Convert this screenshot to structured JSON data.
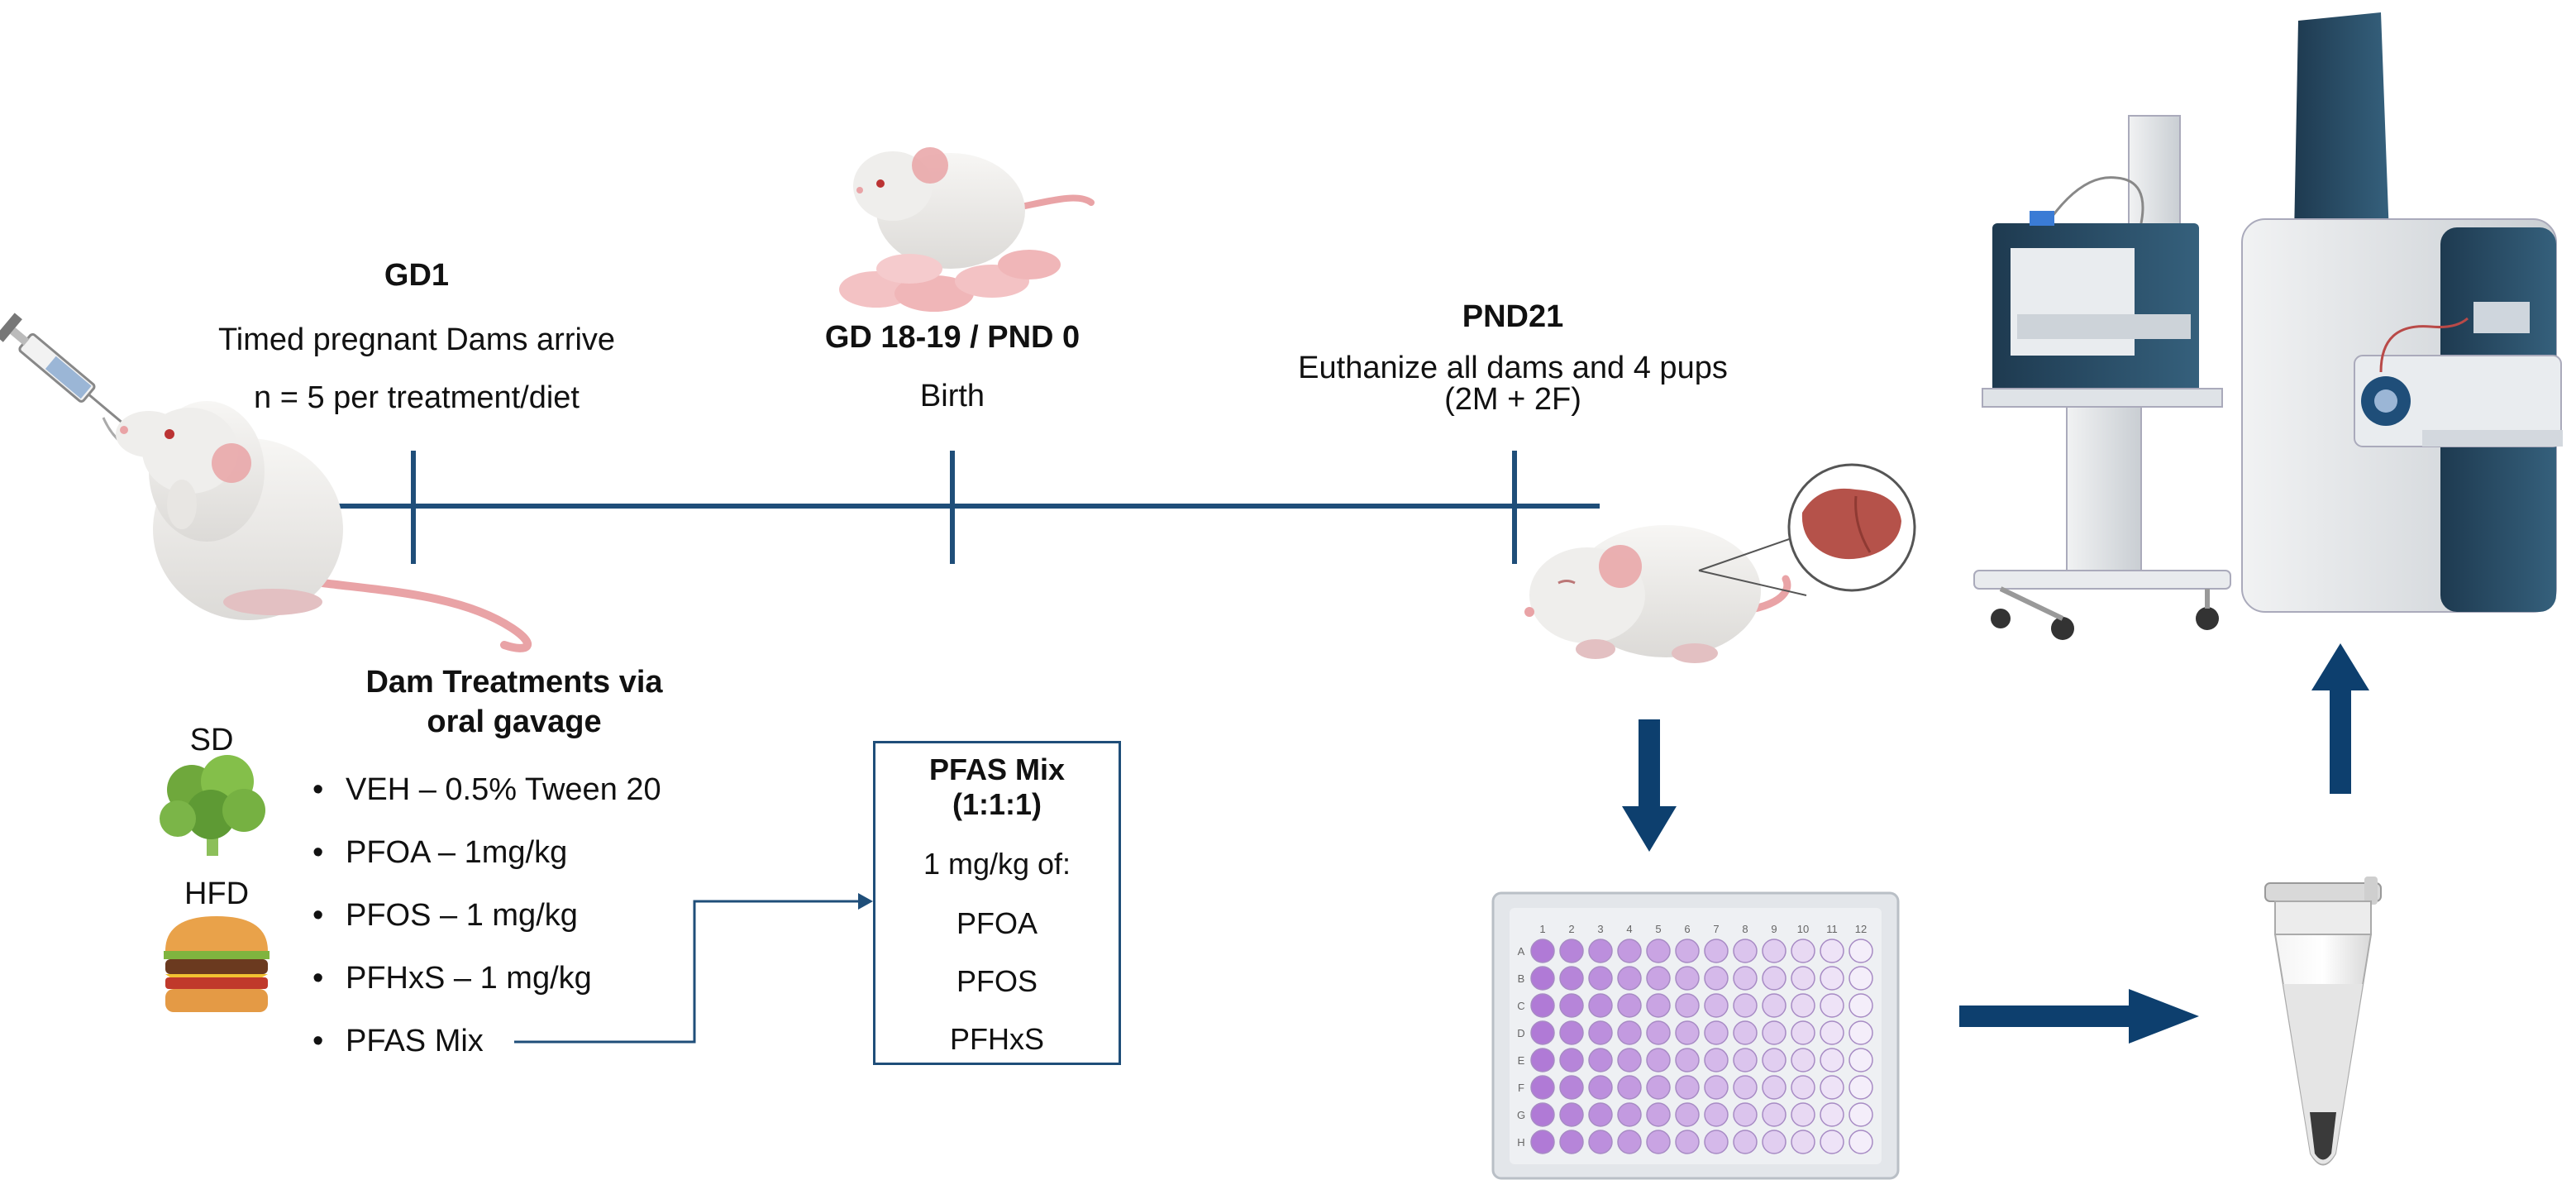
{
  "timeline": {
    "gd1": {
      "title": "GD1",
      "line1": "Timed pregnant Dams arrive",
      "line2": "n = 5 per treatment/diet"
    },
    "birth": {
      "title": "GD 18-19 / PND 0",
      "line1": "Birth"
    },
    "pnd21": {
      "title": "PND21",
      "line1": "Euthanize all dams and 4 pups",
      "line2": "(2M + 2F)"
    }
  },
  "treatments": {
    "heading1": "Dam Treatments via",
    "heading2": "oral gavage",
    "bullet": "•",
    "items": [
      "VEH –  0.5% Tween 20",
      "PFOA – 1mg/kg",
      "PFOS – 1 mg/kg",
      "PFHxS – 1 mg/kg",
      "PFAS Mix"
    ]
  },
  "diets": {
    "sd": "SD",
    "hfd": "HFD"
  },
  "pfas_mix": {
    "title1": "PFAS Mix",
    "title2": "(1:1:1)",
    "dose": "1 mg/kg of:",
    "components": [
      "PFOA",
      "PFOS",
      "PFHxS"
    ]
  },
  "plate": {
    "cols": [
      "1",
      "2",
      "3",
      "4",
      "5",
      "6",
      "7",
      "8",
      "9",
      "10",
      "11",
      "12"
    ],
    "rows": [
      "A",
      "B",
      "C",
      "D",
      "E",
      "F",
      "G",
      "H"
    ]
  },
  "colors": {
    "timeline": "#1f4e79",
    "arrow": "#0d3f6e",
    "mouse": "#efeeec",
    "mouse_pink": "#e9a3a6",
    "liver": "#b5524a",
    "well_dark": "#b07ad6",
    "well_light": "#f4eefa",
    "instrument_blue": "#2b4f68",
    "instrument_gray": "#e6e8ea"
  }
}
